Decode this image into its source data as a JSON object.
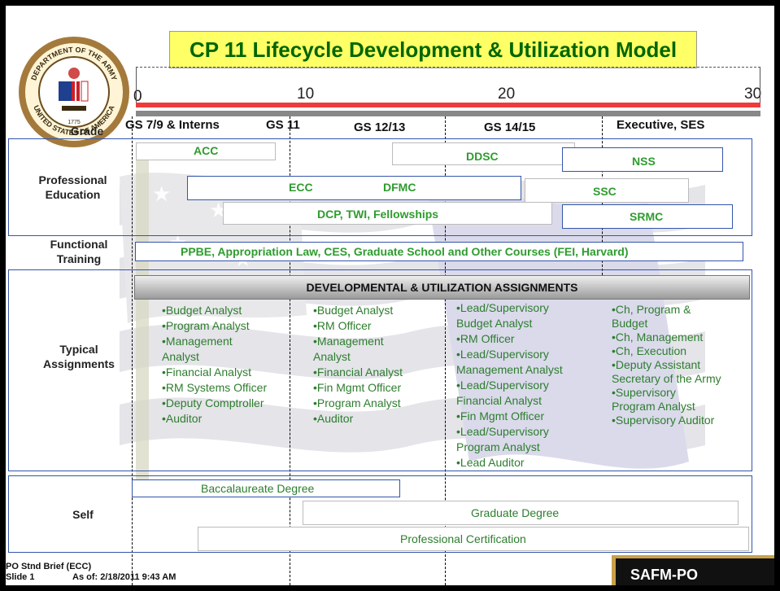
{
  "title": "CP 11 Lifecycle Development & Utilization Model",
  "scale": [
    "0",
    "10",
    "20",
    "30"
  ],
  "grades": {
    "label": "Grade",
    "items": [
      "GS 7/9 & Interns",
      "GS 11",
      "GS 12/13",
      "GS 14/15",
      "Executive, SES"
    ]
  },
  "rows": {
    "professional_education": "Professional Education",
    "functional_training": "Functional Training",
    "typical_assignments": "Typical Assignments",
    "self": "Self"
  },
  "education": {
    "acc": "ACC",
    "ddsc": "DDSC",
    "nss": "NSS",
    "ecc": "ECC",
    "dfmc": "DFMC",
    "ssc": "SSC",
    "dcp": "DCP, TWI, Fellowships",
    "srmc": "SRMC"
  },
  "functional_training_text": "PPBE, Appropriation Law, CES, Graduate School and Other Courses (FEI, Harvard)",
  "assignments_header": "DEVELOPMENTAL & UTILIZATION ASSIGNMENTS",
  "assignments": {
    "col1": [
      "•Budget Analyst",
      "•Program Analyst",
      "•Management",
      "Analyst",
      "•Financial Analyst",
      "•RM Systems Officer",
      "•Deputy Comptroller",
      "•Auditor"
    ],
    "col2": [
      "•Budget Analyst",
      "•RM Officer",
      "•Management",
      "Analyst",
      "•Financial Analyst",
      "•Fin Mgmt Officer",
      "•Program Analyst",
      "•Auditor"
    ],
    "col3": [
      "•Lead/Supervisory",
      "Budget Analyst",
      "•RM Officer",
      "•Lead/Supervisory",
      "Management Analyst",
      "•Lead/Supervisory",
      "Financial Analyst",
      "•Fin Mgmt Officer",
      "•Lead/Supervisory",
      "Program Analyst",
      "•Lead Auditor"
    ],
    "col4": [
      "•Ch, Program &",
      "Budget",
      "•Ch, Management",
      "•Ch, Execution",
      "•Deputy Assistant",
      "Secretary of the Army",
      "•Supervisory",
      "Program Analyst",
      "•Supervisory Auditor"
    ]
  },
  "self": {
    "baccalaureate": "Baccalaureate Degree",
    "graduate": "Graduate Degree",
    "certification": "Professional Certification"
  },
  "footer": {
    "line1": "PO Stnd Brief (ECC)",
    "slide": "Slide 1",
    "asof": "As of:  2/18/2011 9:43 AM",
    "brand": "SAFM-PO"
  },
  "seal": {
    "top_text": "DEPARTMENT OF THE ARMY",
    "bottom_text": "UNITED STATES OF AMERICA",
    "year": "1775"
  },
  "colors": {
    "title_bg": "#ffff66",
    "title_text": "#006600",
    "label_green": "#2e9c2e",
    "red_bar": "#ee3b3b",
    "section_border": "#3355aa"
  }
}
